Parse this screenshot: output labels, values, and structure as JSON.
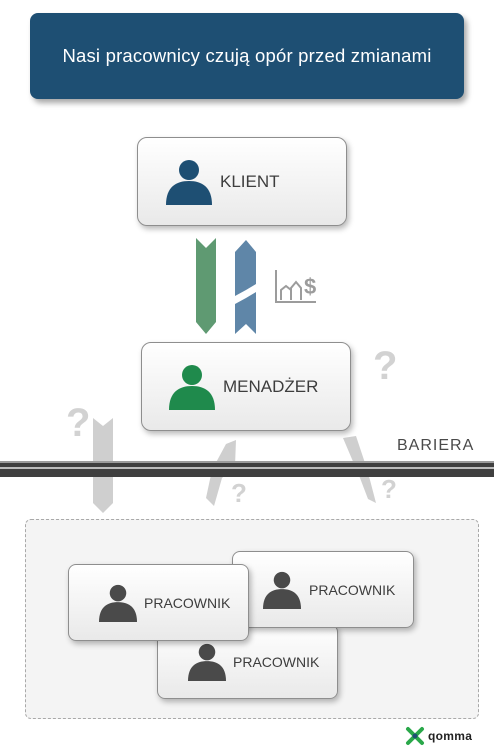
{
  "banner": {
    "title": "Nasi pracownicy czują opór przed zmianami"
  },
  "nodes": {
    "client": {
      "label": "KLIENT",
      "color": "#1e4f73"
    },
    "manager": {
      "label": "MENADŻER",
      "color": "#1f8a4c"
    },
    "workers": [
      {
        "label": "PRACOWNIK",
        "color": "#4a4a4a"
      },
      {
        "label": "PRACOWNIK",
        "color": "#4a4a4a"
      },
      {
        "label": "PRACOWNIK",
        "color": "#4a4a4a"
      }
    ]
  },
  "barrier": {
    "label": "BARIERA"
  },
  "question_mark": "?",
  "icons": {
    "money_chart": "money-chart-icon"
  },
  "colors": {
    "down_arrow": "#5f9a72",
    "up_arrow": "#5f86a8",
    "faded_arrow": "#cfcfcf"
  },
  "logo": {
    "text": "qomma"
  }
}
